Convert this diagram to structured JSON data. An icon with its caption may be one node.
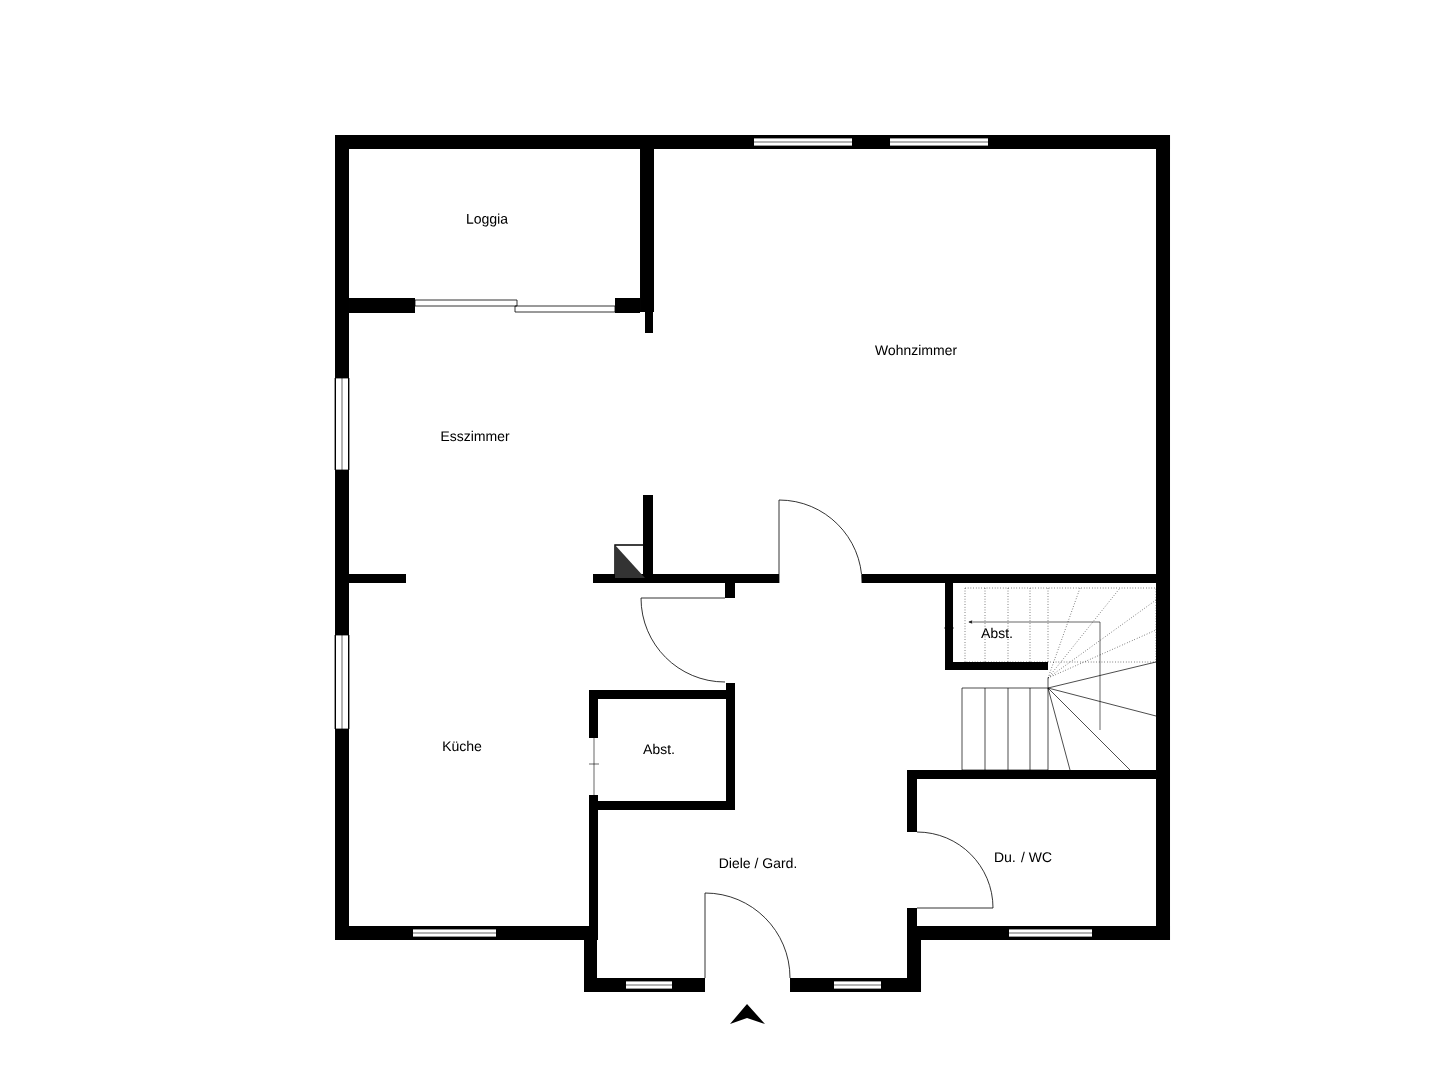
{
  "diagram": {
    "labels": [
      "Loggia",
      "Wohnzimmer",
      "Esszimmer",
      "Abst.",
      "Küche",
      "Abst.",
      "Du. / WC",
      "Diele / Gard."
    ]
  }
}
